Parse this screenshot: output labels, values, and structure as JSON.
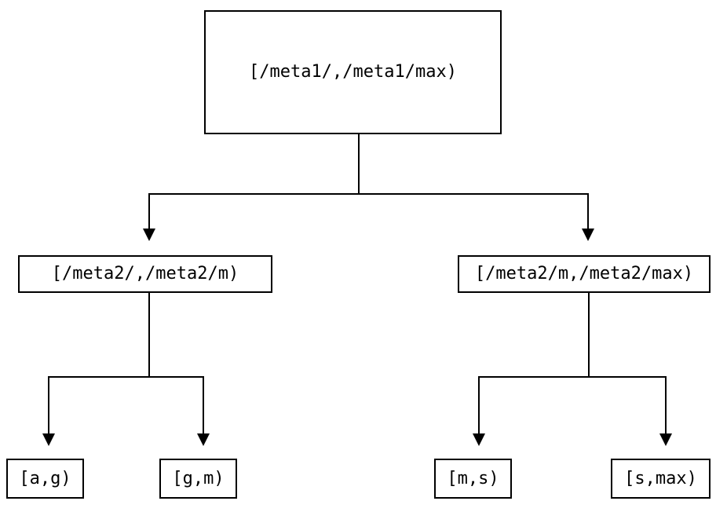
{
  "diagram": {
    "type": "tree",
    "description": "Two-level range partition tree",
    "colors": {
      "background": "#ffffff",
      "line": "#000000",
      "text": "#000000"
    },
    "nodes": {
      "root": {
        "label": "[/meta1/,/meta1/max)"
      },
      "left": {
        "label": "[/meta2/,/meta2/m)"
      },
      "right": {
        "label": "[/meta2/m,/meta2/max)"
      },
      "leaf_ag": {
        "label": "[a,g)"
      },
      "leaf_gm": {
        "label": "[g,m)"
      },
      "leaf_ms": {
        "label": "[m,s)"
      },
      "leaf_smax": {
        "label": "[s,max)"
      }
    },
    "edges": [
      {
        "from": "root",
        "to": "left"
      },
      {
        "from": "root",
        "to": "right"
      },
      {
        "from": "left",
        "to": "leaf_ag"
      },
      {
        "from": "left",
        "to": "leaf_gm"
      },
      {
        "from": "right",
        "to": "leaf_ms"
      },
      {
        "from": "right",
        "to": "leaf_smax"
      }
    ]
  }
}
